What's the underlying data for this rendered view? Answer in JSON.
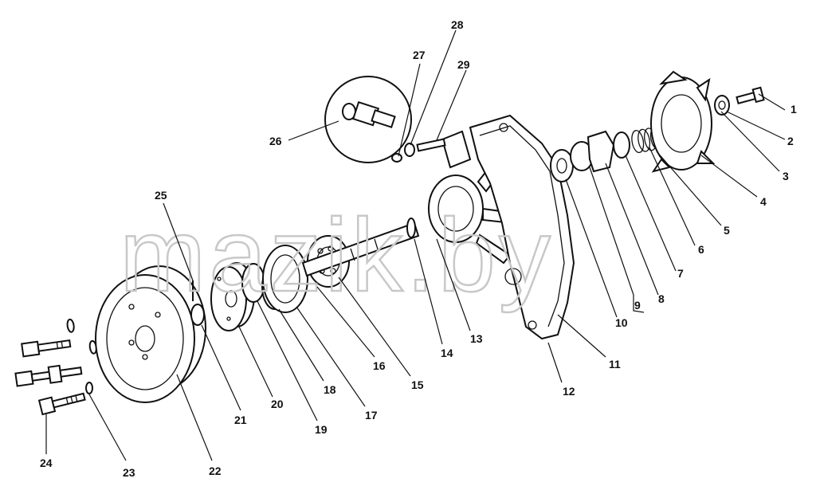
{
  "watermark": "mazik.by",
  "callouts": [
    "1",
    "2",
    "3",
    "4",
    "5",
    "6",
    "7",
    "8",
    "9",
    "10",
    "11",
    "12",
    "13",
    "14",
    "15",
    "16",
    "17",
    "18",
    "19",
    "20",
    "21",
    "22",
    "23",
    "24",
    "25",
    "26",
    "27",
    "28",
    "29"
  ]
}
